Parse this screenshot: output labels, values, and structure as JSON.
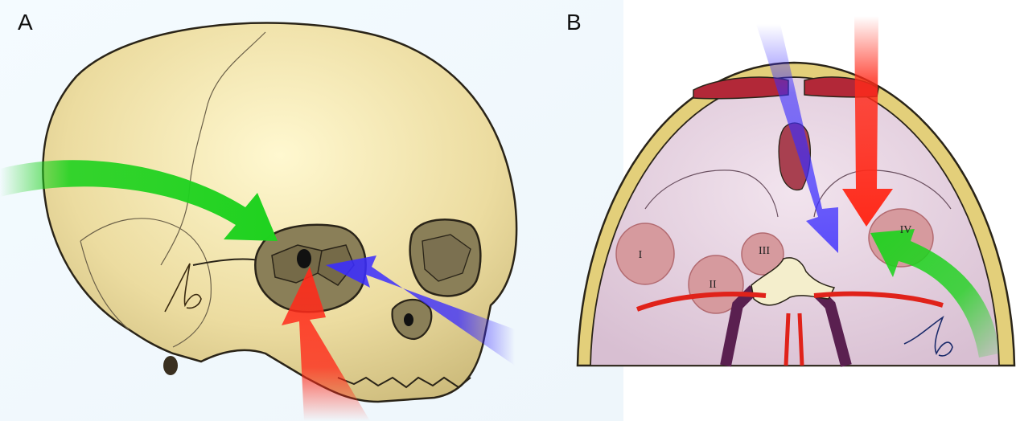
{
  "panels": {
    "a": {
      "letter": "A"
    },
    "b": {
      "letter": "B"
    }
  },
  "regions": {
    "r1": "I",
    "r2": "II",
    "r3": "III",
    "r4": "IV"
  },
  "colors": {
    "skull": "#e8d9a0",
    "skull_outline": "#2a2418",
    "orbit_fill": "#7a7050",
    "arrow_green": "#1fd21f",
    "arrow_red": "#ff2a1a",
    "arrow_blue": "#3a2cff",
    "cranial_bone": "#e3cf7a",
    "brain_base": "#e8d6e3",
    "tumor": "#d69a9e",
    "artery": "#e0221a",
    "vein": "#5a2050"
  },
  "icons": [
    "signature-mark-a",
    "signature-mark-b"
  ]
}
